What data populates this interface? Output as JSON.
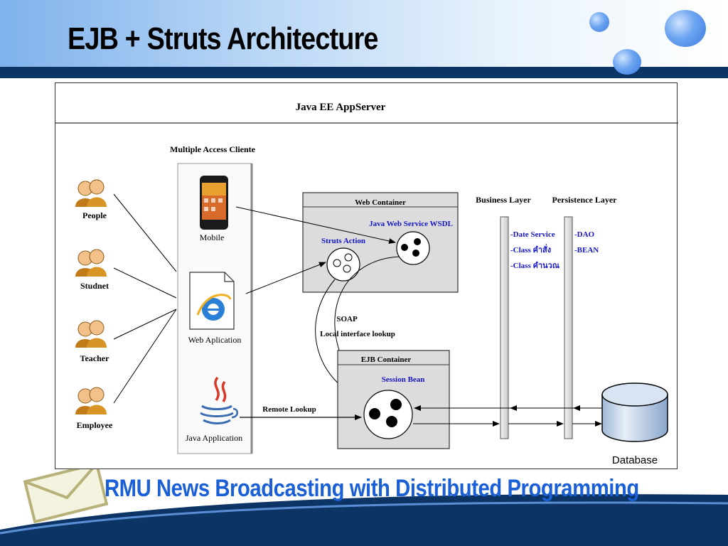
{
  "slide": {
    "title": "EJB + Struts Architecture",
    "footer": "RMU News Broadcasting with Distributed Programming"
  },
  "diagram": {
    "server_title": "Java EE AppServer",
    "clients_title": "Multiple Access Cliente",
    "users": [
      "People",
      "Studnet",
      "Teacher",
      "Employee"
    ],
    "clients": [
      "Mobile",
      "Web Aplication",
      "Java Application"
    ],
    "web_container": {
      "title": "Web  Container",
      "struts": "Struts Action",
      "wsdl": "Java Web Service WSDL"
    },
    "ejb_container": {
      "title": "EJB Container",
      "session": "Session Bean"
    },
    "labels": {
      "soap": "SOAP",
      "local_lookup": "Local interface lookup",
      "remote_lookup": "Remote Lookup"
    },
    "business_layer": {
      "title": "Business Layer",
      "items": [
        "-Date Service",
        "-Class คำสั่ง",
        "-Class คำนวณ"
      ]
    },
    "persistence_layer": {
      "title": "Persistence Layer",
      "items": [
        "-DAO",
        "-BEAN"
      ]
    },
    "database": "Database"
  },
  "colors": {
    "header_bar": "#0c3566",
    "footer_text": "#1a5fd6",
    "blue_label": "#1515c8",
    "container_fill": "#dcdcdc"
  }
}
